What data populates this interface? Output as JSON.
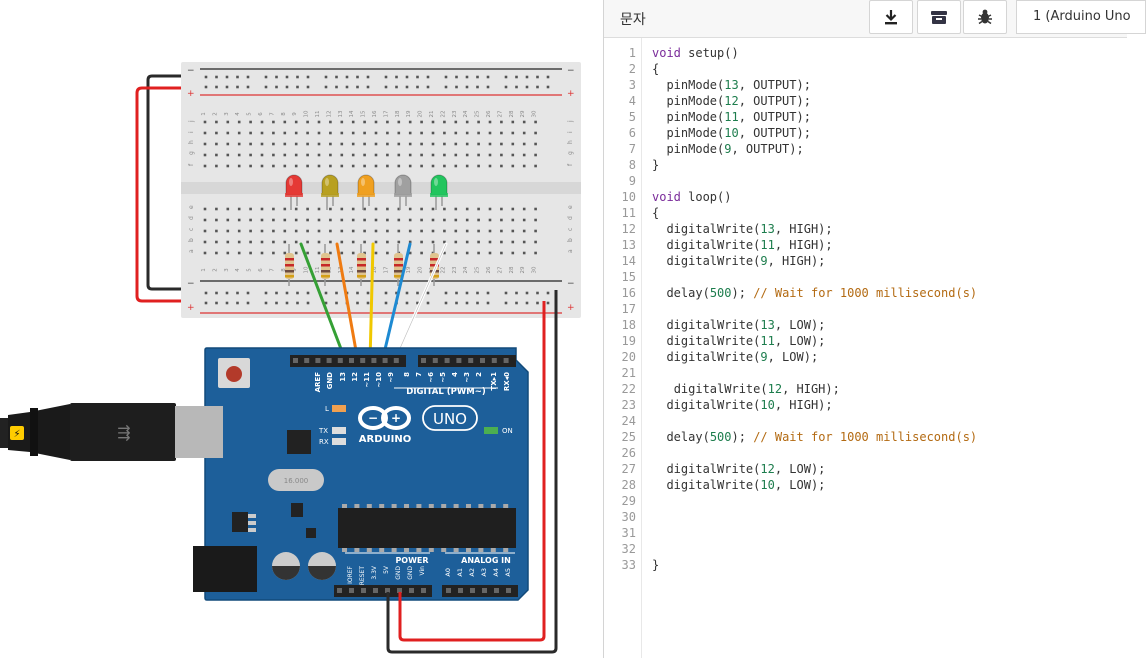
{
  "toolbar": {
    "mode_label": "문자",
    "download_button": "download-icon",
    "upload_button": "upload-icon",
    "debug_button": "bug-icon",
    "device_select": "1 (Arduino Uno"
  },
  "editor": {
    "line_numbers": [
      "1",
      "2",
      "3",
      "4",
      "5",
      "6",
      "7",
      "8",
      "9",
      "10",
      "11",
      "12",
      "13",
      "14",
      "15",
      "16",
      "17",
      "18",
      "19",
      "20",
      "21",
      "22",
      "23",
      "24",
      "25",
      "26",
      "27",
      "28",
      "29",
      "30",
      "31",
      "32",
      "33"
    ],
    "lines": [
      {
        "ln": 1,
        "indent": "",
        "tokens": [
          [
            "kw",
            "void"
          ],
          [
            "t",
            " setup()"
          ]
        ]
      },
      {
        "ln": 2,
        "indent": "",
        "tokens": [
          [
            "t",
            "{"
          ]
        ]
      },
      {
        "ln": 3,
        "indent": "  ",
        "tokens": [
          [
            "t",
            "pinMode("
          ],
          [
            "num",
            "13"
          ],
          [
            "t",
            ", OUTPUT);"
          ]
        ]
      },
      {
        "ln": 4,
        "indent": "  ",
        "tokens": [
          [
            "t",
            "pinMode("
          ],
          [
            "num",
            "12"
          ],
          [
            "t",
            ", OUTPUT);"
          ]
        ]
      },
      {
        "ln": 5,
        "indent": "  ",
        "tokens": [
          [
            "t",
            "pinMode("
          ],
          [
            "num",
            "11"
          ],
          [
            "t",
            ", OUTPUT);"
          ]
        ]
      },
      {
        "ln": 6,
        "indent": "  ",
        "tokens": [
          [
            "t",
            "pinMode("
          ],
          [
            "num",
            "10"
          ],
          [
            "t",
            ", OUTPUT);"
          ]
        ]
      },
      {
        "ln": 7,
        "indent": "  ",
        "tokens": [
          [
            "t",
            "pinMode("
          ],
          [
            "num",
            "9"
          ],
          [
            "t",
            ", OUTPUT);"
          ]
        ]
      },
      {
        "ln": 8,
        "indent": "",
        "tokens": [
          [
            "t",
            "}"
          ]
        ]
      },
      {
        "ln": 10,
        "indent": "",
        "tokens": [
          [
            "kw",
            "void"
          ],
          [
            "t",
            " loop()"
          ]
        ]
      },
      {
        "ln": 11,
        "indent": "",
        "tokens": [
          [
            "t",
            "{"
          ]
        ]
      },
      {
        "ln": 12,
        "indent": "  ",
        "tokens": [
          [
            "t",
            "digitalWrite("
          ],
          [
            "num",
            "13"
          ],
          [
            "t",
            ", HIGH);"
          ]
        ]
      },
      {
        "ln": 13,
        "indent": "  ",
        "tokens": [
          [
            "t",
            "digitalWrite("
          ],
          [
            "num",
            "11"
          ],
          [
            "t",
            ", HIGH);"
          ]
        ]
      },
      {
        "ln": 14,
        "indent": "  ",
        "tokens": [
          [
            "t",
            "digitalWrite("
          ],
          [
            "num",
            "9"
          ],
          [
            "t",
            ", HIGH);"
          ]
        ]
      },
      {
        "ln": 16,
        "indent": "  ",
        "tokens": [
          [
            "t",
            "delay("
          ],
          [
            "num",
            "500"
          ],
          [
            "t",
            "); "
          ],
          [
            "cmt",
            "// Wait for 1000 millisecond(s)"
          ]
        ]
      },
      {
        "ln": 18,
        "indent": "  ",
        "tokens": [
          [
            "t",
            "digitalWrite("
          ],
          [
            "num",
            "13"
          ],
          [
            "t",
            ", LOW);"
          ]
        ]
      },
      {
        "ln": 19,
        "indent": "  ",
        "tokens": [
          [
            "t",
            "digitalWrite("
          ],
          [
            "num",
            "11"
          ],
          [
            "t",
            ", LOW);"
          ]
        ]
      },
      {
        "ln": 20,
        "indent": "  ",
        "tokens": [
          [
            "t",
            "digitalWrite("
          ],
          [
            "num",
            "9"
          ],
          [
            "t",
            ", LOW);"
          ]
        ]
      },
      {
        "ln": 22,
        "indent": "   ",
        "tokens": [
          [
            "t",
            "digitalWrite("
          ],
          [
            "num",
            "12"
          ],
          [
            "t",
            ", HIGH);"
          ]
        ]
      },
      {
        "ln": 23,
        "indent": "  ",
        "tokens": [
          [
            "t",
            "digitalWrite("
          ],
          [
            "num",
            "10"
          ],
          [
            "t",
            ", HIGH);"
          ]
        ]
      },
      {
        "ln": 25,
        "indent": "  ",
        "tokens": [
          [
            "t",
            "delay("
          ],
          [
            "num",
            "500"
          ],
          [
            "t",
            "); "
          ],
          [
            "cmt",
            "// Wait for 1000 millisecond(s)"
          ]
        ]
      },
      {
        "ln": 27,
        "indent": "  ",
        "tokens": [
          [
            "t",
            "digitalWrite("
          ],
          [
            "num",
            "12"
          ],
          [
            "t",
            ", LOW);"
          ]
        ]
      },
      {
        "ln": 28,
        "indent": "  ",
        "tokens": [
          [
            "t",
            "digitalWrite("
          ],
          [
            "num",
            "10"
          ],
          [
            "t",
            ", LOW);"
          ]
        ]
      },
      {
        "ln": 33,
        "indent": "",
        "tokens": [
          [
            "t",
            "}"
          ]
        ]
      }
    ]
  },
  "breadboard": {
    "column_numbers": [
      "1",
      "2",
      "3",
      "4",
      "5",
      "6",
      "7",
      "8",
      "9",
      "10",
      "11",
      "12",
      "13",
      "14",
      "15",
      "16",
      "17",
      "18",
      "19",
      "20",
      "21",
      "22",
      "23",
      "24",
      "25",
      "26",
      "27",
      "28",
      "29",
      "30"
    ],
    "top_row_letters": [
      "j",
      "i",
      "h",
      "g",
      "f"
    ],
    "bottom_row_letters": [
      "e",
      "d",
      "c",
      "b",
      "a"
    ],
    "rail_minus": "−",
    "rail_plus": "+"
  },
  "leds": [
    {
      "name": "red",
      "color": "#e53935"
    },
    {
      "name": "yellow",
      "color": "#b8a020"
    },
    {
      "name": "orange",
      "color": "#f0a020"
    },
    {
      "name": "gray",
      "color": "#a0a0a0"
    },
    {
      "name": "green",
      "color": "#22c55e"
    }
  ],
  "wire_colors": [
    "#35a035",
    "#ef7b12",
    "#f0c800",
    "#1e8ad2",
    "#ffffff"
  ],
  "arduino": {
    "digital_header": "DIGITAL (PWM~)",
    "digital_pins": [
      "AREF",
      "GND",
      "13",
      "12",
      "~11",
      "~10",
      "~9",
      "8",
      "7",
      "~6",
      "~5",
      "4",
      "~3",
      "2",
      "TX▸1",
      "RX◂0"
    ],
    "logo_text": "ARDUINO",
    "model": "UNO",
    "on_label": "ON",
    "l_label": "L",
    "tx_label": "TX",
    "rx_label": "RX",
    "power_header": "POWER",
    "power_pins": [
      "IOREF",
      "RESET",
      "3.3V",
      "5V",
      "GND",
      "GND",
      "Vin"
    ],
    "analog_header": "ANALOG IN",
    "analog_pins": [
      "A0",
      "A1",
      "A2",
      "A3",
      "A4",
      "A5"
    ],
    "crystal": "16.000"
  }
}
